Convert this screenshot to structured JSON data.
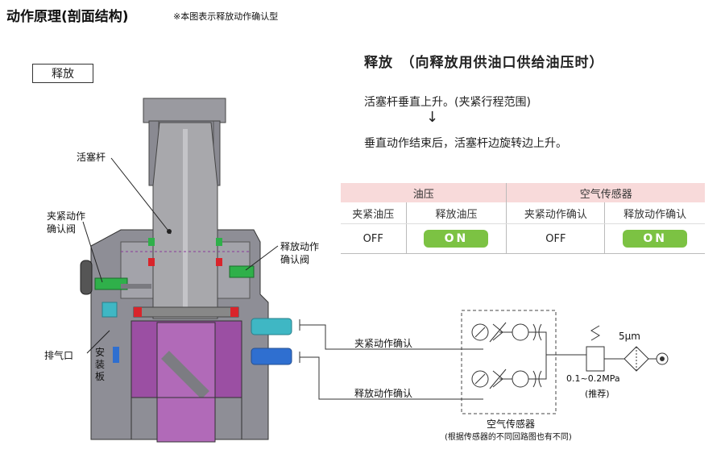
{
  "header": {
    "title": "动作原理(剖面结构)",
    "note": "※本图表示释放动作确认型"
  },
  "diagram": {
    "box_label": "释放",
    "labels": {
      "piston_rod": "活塞杆",
      "clamp_valve": "夹紧动作\n确认阀",
      "release_valve": "释放动作\n确认阀",
      "exhaust": "排气口",
      "mount_plate": "安\n装\n板"
    }
  },
  "description": {
    "heading": "释放　（向释放用供油口供给油压时）",
    "line1": "活塞杆垂直上升。(夹紧行程范围)",
    "arrow": "↓",
    "line2": "垂直动作结束后，活塞杆边旋转边上升。"
  },
  "status_table": {
    "groups": [
      "油压",
      "空气传感器"
    ],
    "columns": [
      "夹紧油压",
      "释放油压",
      "夹紧动作确认",
      "释放动作确认"
    ],
    "values": [
      "OFF",
      "ON",
      "OFF",
      "ON"
    ],
    "on_color": "#7cc243",
    "header_color": "#f8dada"
  },
  "circuit": {
    "line_clamp": "夹紧动作确认",
    "line_release": "释放动作确认",
    "filter": "5μm",
    "pressure": "0.1~0.2MPa",
    "recommend": "(推荐)",
    "sensor_title": "空气传感器",
    "sensor_note": "(根据传感器的不同回路图也有不同)"
  },
  "colors": {
    "body": "#8e8e96",
    "body_dark": "#6c6c74",
    "rod": "#a8a8ac",
    "purple": "#9b4fa3",
    "green": "#2fb04a",
    "cyan": "#3fb7c4",
    "red": "#d9242b"
  }
}
